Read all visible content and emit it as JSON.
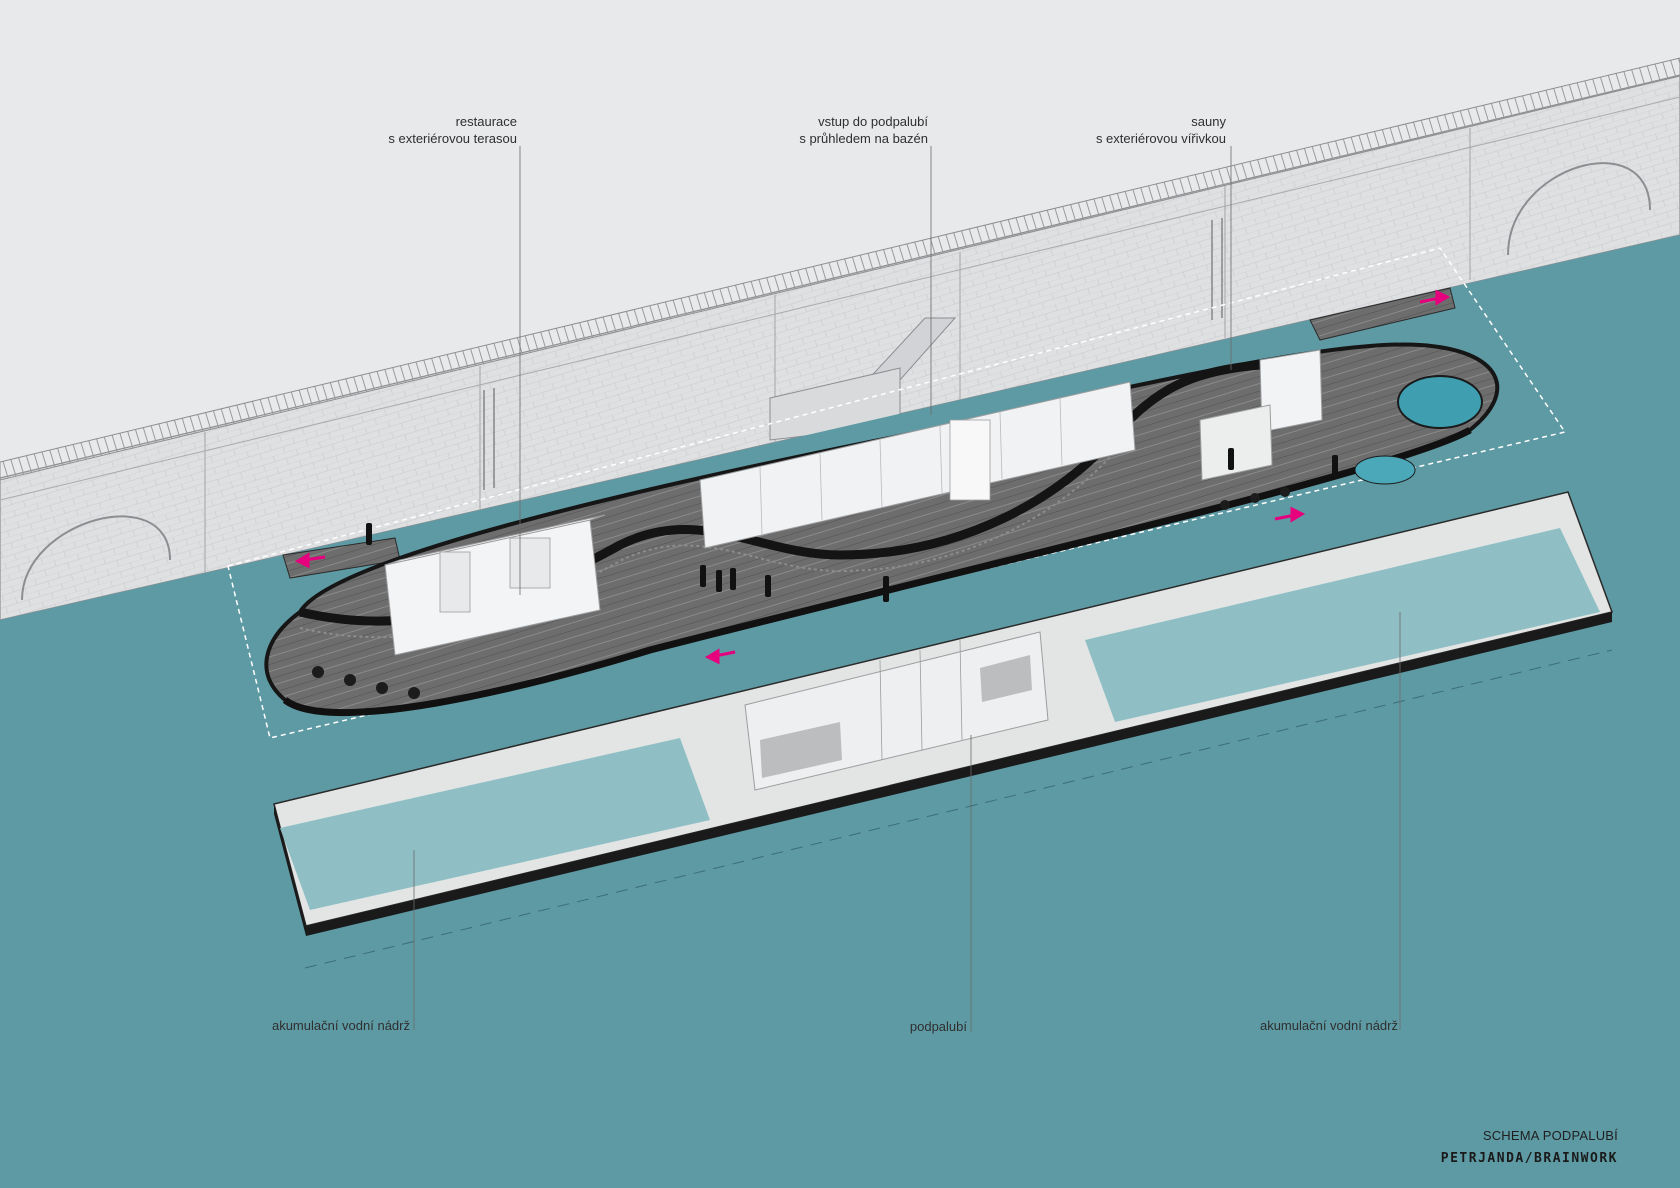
{
  "labels": {
    "restaurant": [
      "restaurace",
      "s exteriérovou terasou"
    ],
    "entry": [
      "vstup do podpalubí",
      "s průhledem na bazén"
    ],
    "saunas": [
      "sauny",
      "s exteriérovou vířivkou"
    ],
    "tank_left": "akumulační vodní nádrž",
    "underdeck": "podpalubí",
    "tank_right": "akumulační vodní nádrž"
  },
  "title_block": {
    "title": "SCHEMA PODPALUBÍ",
    "credit": "PETRJANDA/BRAINWORK"
  },
  "colors": {
    "water": "#5e9aa4",
    "sky": "#e8e9eb",
    "embankment": "#e1e2e4",
    "deck": "#6e6e6e",
    "hull": "#1e1e1e",
    "tank_fill": "#8fbfc4",
    "pontoon": "#e4e6e6",
    "accent_arrow": "#e6007e"
  }
}
